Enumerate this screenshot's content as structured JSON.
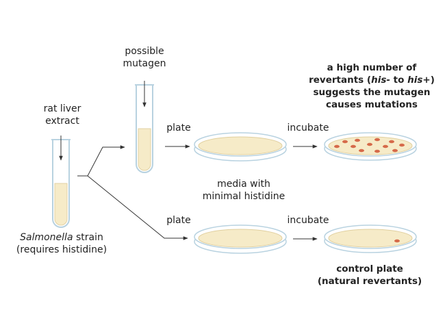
{
  "labels": {
    "possible_mutagen_1": "possible",
    "possible_mutagen_2": "mutagen",
    "rat_liver_1": "rat liver",
    "rat_liver_2": "extract",
    "plate_top": "plate",
    "plate_bottom": "plate",
    "incubate_top": "incubate",
    "incubate_bottom": "incubate",
    "media_1": "media with",
    "media_2": "minimal histidine",
    "strain_italic": "Salmonella",
    "strain_rest": " strain",
    "strain_2": "(requires histidine)",
    "result_1": "a high number of",
    "result_2_a": "revertants (",
    "result_2_his_minus": "his-",
    "result_2_b": " to ",
    "result_2_his_plus": "his+",
    "result_2_c": ")",
    "result_3": "suggests the mutagen",
    "result_4": "causes mutations",
    "control_1": "control plate",
    "control_2": "(natural revertants)"
  },
  "colors": {
    "medium": "#f6ebc8",
    "glass": "#c2d9e6",
    "colony": "#d66a4a",
    "arrow": "#333333"
  }
}
